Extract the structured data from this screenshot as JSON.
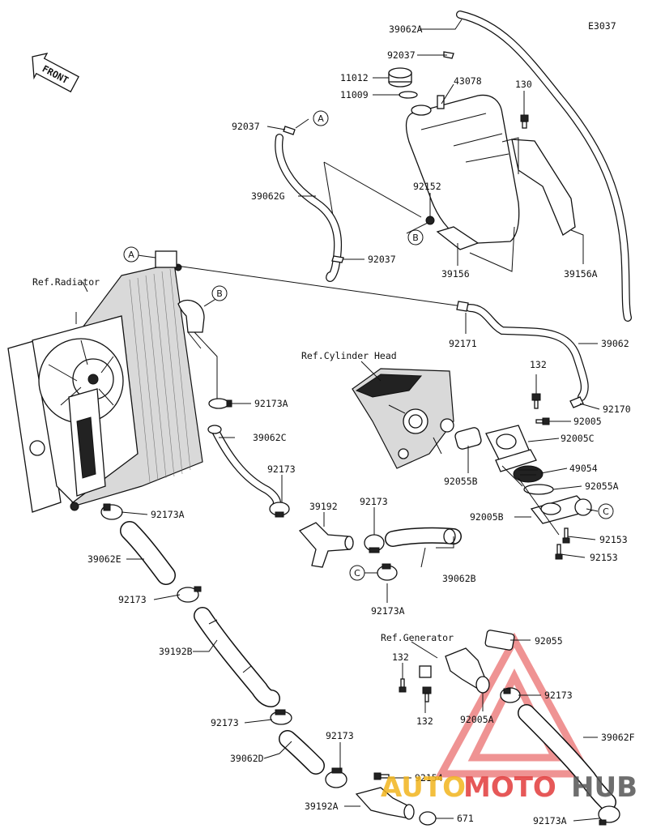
{
  "diagram_code": "E3037",
  "front_label": "FRONT",
  "refs": {
    "radiator": "Ref.Radiator",
    "cylinder_head": "Ref.Cylinder Head",
    "generator": "Ref.Generator"
  },
  "callouts": {
    "a1": "A",
    "a2": "A",
    "b1": "B",
    "b2": "B",
    "c1": "C",
    "c2": "C"
  },
  "parts": {
    "p39062A": "39062A",
    "p92037_top": "92037",
    "p11012": "11012",
    "p11009": "11009",
    "p43078": "43078",
    "p130": "130",
    "p92037_left": "92037",
    "p39062G": "39062G",
    "p92152": "92152",
    "p92037_mid": "92037",
    "p39156": "39156",
    "p39156A": "39156A",
    "p92171": "92171",
    "p39062": "39062",
    "p132_a": "132",
    "p92170": "92170",
    "p92005": "92005",
    "p92005C": "92005C",
    "p92173A_a": "92173A",
    "p39062C": "39062C",
    "p49054": "49054",
    "p92055B": "92055B",
    "p92055A": "92055A",
    "p92173_a": "92173",
    "p39192": "39192",
    "p92173_b": "92173",
    "p92005B": "92005B",
    "p92173A_b": "92173A",
    "p92153_a": "92153",
    "p92153_b": "92153",
    "p39062E": "39062E",
    "p39062B": "39062B",
    "p92173_c": "92173",
    "p92173A_c": "92173A",
    "p92055": "92055",
    "p132_b": "132",
    "p39192B": "39192B",
    "p92173_d": "92173",
    "p132_c": "132",
    "p92005A": "92005A",
    "p39062F": "39062F",
    "p92173_e": "92173",
    "p39062D": "39062D",
    "p92173_f": "92173",
    "p92154": "92154",
    "p39192A": "39192A",
    "p671": "671",
    "p92173A_d": "92173A"
  },
  "watermark": {
    "part1": "AUTO",
    "part2": "MOTO",
    "part3": "HUB",
    "color1": "#f2b51d",
    "color2": "#e23b3b",
    "color3": "#555555"
  }
}
